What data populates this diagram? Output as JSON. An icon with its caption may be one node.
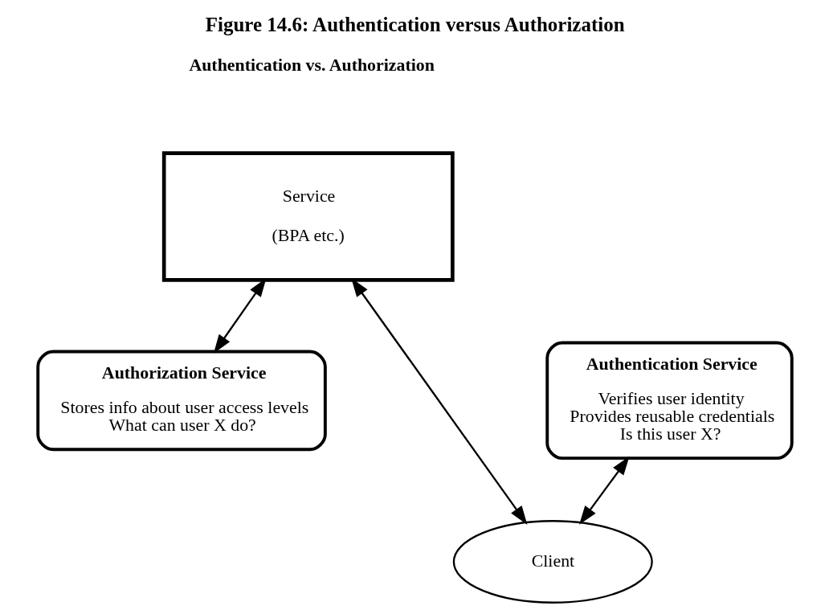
{
  "diagram": {
    "title": "Figure 14.6: Authentication versus Authorization",
    "nodes": [
      {
        "text": [
          "Service",
          "(BPA etc.)"
        ]
      },
      {
        "text": [
          "Authentication Service",
          "Verifies user identity",
          "Provides reusable credentials",
          "Is this user X?"
        ]
      },
      {
        "text": [
          "Authorization Service",
          "Stores info about user access levels",
          "What can user X do?"
        ]
      },
      {
        "text": [
          "Client"
        ]
      }
    ],
    "edges": [
      {
        "from": 0,
        "to": 3,
        "arrow": "both"
      },
      {
        "from": 0,
        "to": 2,
        "arrow": "both"
      },
      {
        "from": 1,
        "to": 3,
        "arrow": "both"
      }
    ],
    "labels": [
      "Authentication vs. Authorization"
    ]
  }
}
